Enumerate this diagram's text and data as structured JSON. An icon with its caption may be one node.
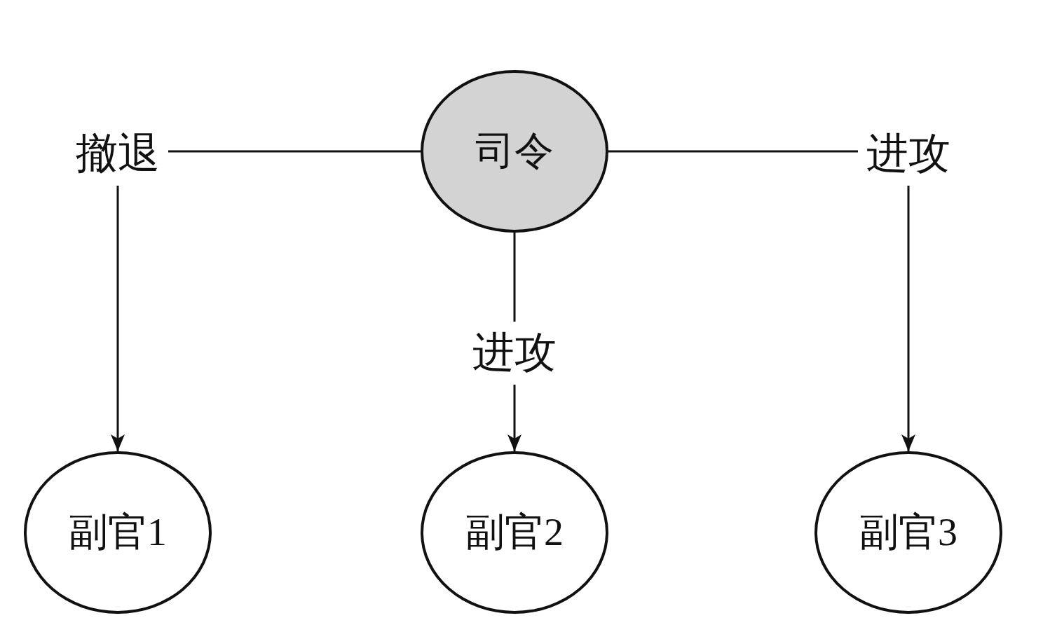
{
  "diagram": {
    "nodes": [
      {
        "text": [
          "司令"
        ]
      },
      {
        "text": [
          "副官1"
        ]
      },
      {
        "text": [
          "副官2"
        ]
      },
      {
        "text": [
          "副官3"
        ]
      }
    ],
    "edges": [
      {
        "from": 0,
        "to": 1,
        "arrow": "to",
        "label": "撤退"
      },
      {
        "from": 0,
        "to": 2,
        "arrow": "to",
        "label": "进攻"
      },
      {
        "from": 0,
        "to": 3,
        "arrow": "to",
        "label": "进攻"
      }
    ]
  }
}
